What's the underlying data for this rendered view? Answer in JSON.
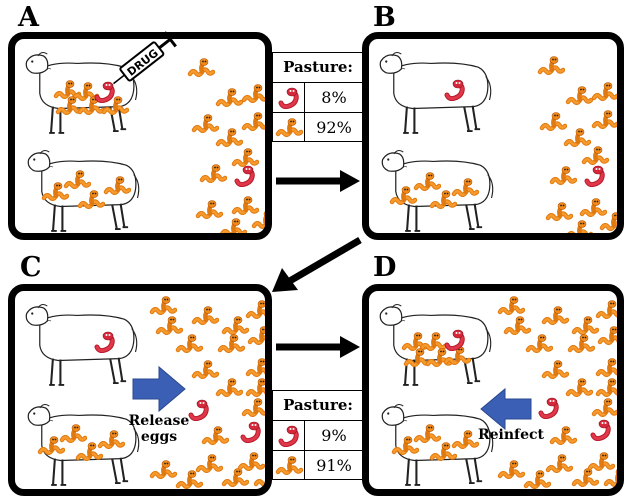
{
  "panels": {
    "A": {
      "label": "A",
      "syringe_label": "DRUG"
    },
    "B": {
      "label": "B"
    },
    "C": {
      "label": "C",
      "arrow_caption": "Release eggs"
    },
    "D": {
      "label": "D",
      "arrow_caption": "Reinfect"
    }
  },
  "tables": [
    {
      "title": "Pasture:",
      "rows": [
        {
          "icon": "resistant-worm-icon",
          "value": "8%"
        },
        {
          "icon": "susceptible-worm-icon",
          "value": "92%"
        }
      ]
    },
    {
      "title": "Pasture:",
      "rows": [
        {
          "icon": "resistant-worm-icon",
          "value": "9%"
        },
        {
          "icon": "susceptible-worm-icon",
          "value": "91%"
        }
      ]
    }
  ],
  "colors": {
    "susceptible_worm": "#f08a1c",
    "resistant_worm": "#d6283a",
    "blue_arrow": "#3a5fb4",
    "frame": "#000000"
  }
}
